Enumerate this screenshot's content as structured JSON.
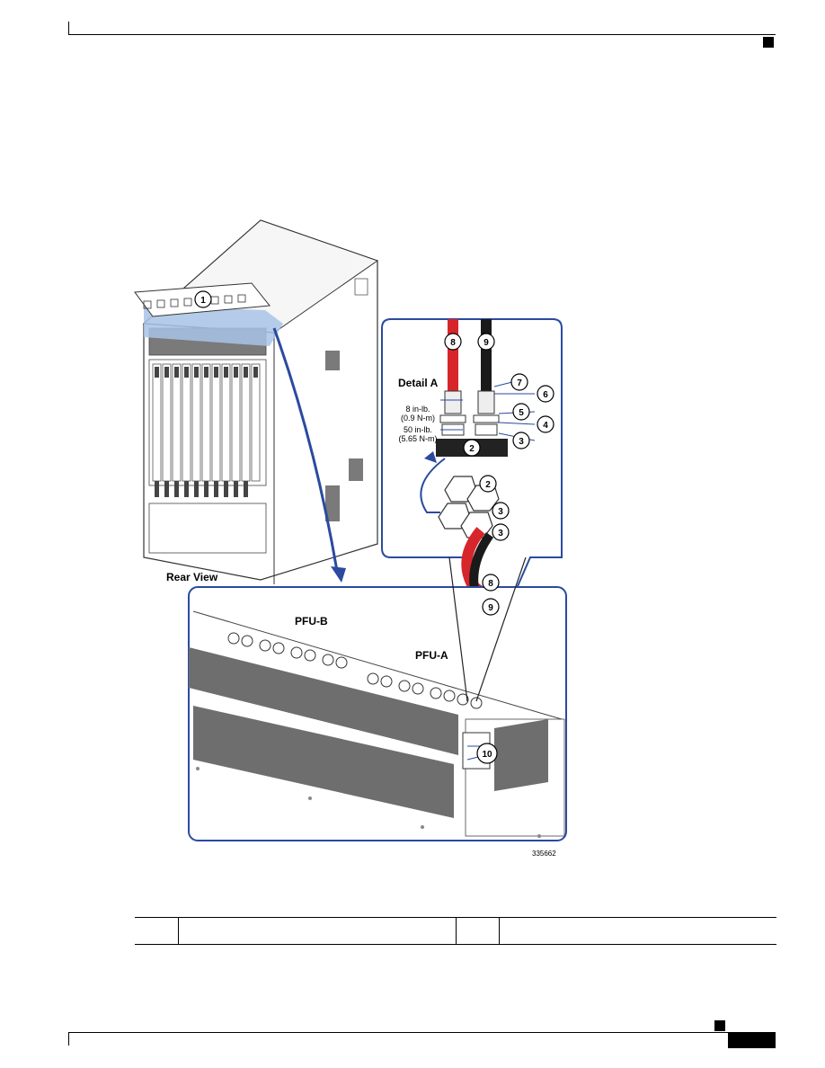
{
  "figure": {
    "detail_title": "Detail A",
    "rear_view_label": "Rear View",
    "pfu_b_label": "PFU-B",
    "pfu_a_label": "PFU-A",
    "torque_small_line1": "8 in-lb.",
    "torque_small_line2": "(0.9 N-m)",
    "torque_large_line1": "50 in-lb.",
    "torque_large_line2": "(5.65 N-m)",
    "figure_id": "335662",
    "callouts": {
      "c1": "1",
      "c2": "2",
      "c2b": "2",
      "c3": "3",
      "c3b": "3",
      "c3c": "3",
      "c4": "4",
      "c5": "5",
      "c6": "6",
      "c7": "7",
      "c8": "8",
      "c8b": "8",
      "c9": "9",
      "c9b": "9",
      "c10": "10"
    },
    "colors": {
      "callout_line": "#2b4aa0",
      "cable_red": "#d7262b",
      "cable_black": "#1a1a1a",
      "panel_gray": "#6e6e6e",
      "highlight_blue": "#a8c4e6"
    }
  },
  "table": {
    "cells": [
      "",
      "",
      "",
      ""
    ]
  }
}
